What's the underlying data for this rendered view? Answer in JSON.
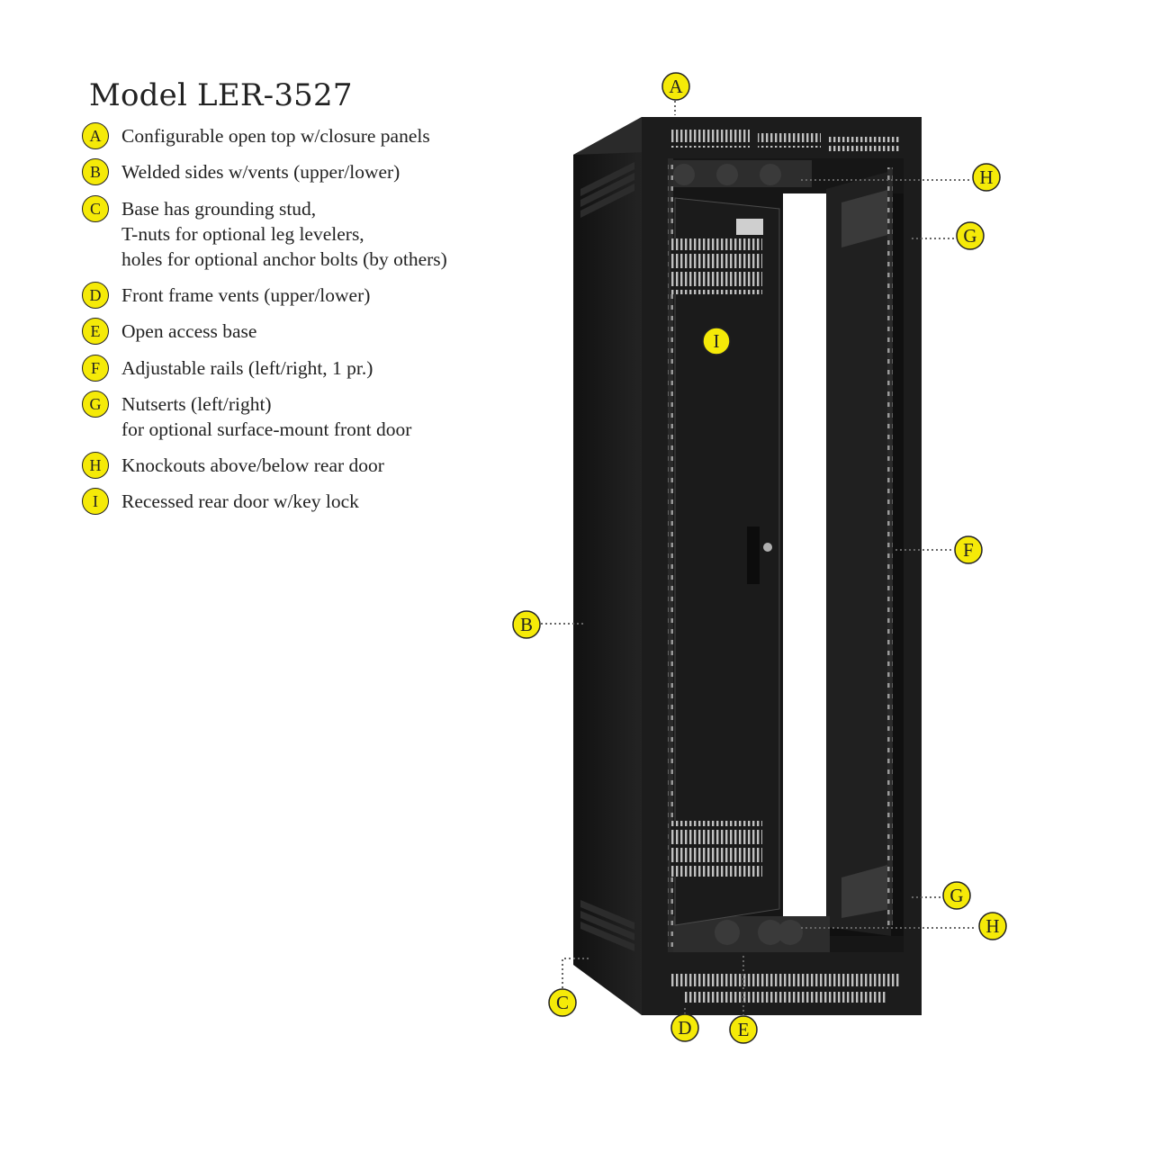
{
  "title": "Model LER-3527",
  "legend": [
    {
      "letter": "A",
      "lines": [
        "Configurable open top w/closure panels"
      ]
    },
    {
      "letter": "B",
      "lines": [
        "Welded sides w/vents (upper/lower)"
      ]
    },
    {
      "letter": "C",
      "lines": [
        "Base has grounding stud,",
        "T-nuts for optional leg levelers,",
        "holes for optional anchor bolts (by others)"
      ]
    },
    {
      "letter": "D",
      "lines": [
        "Front frame vents (upper/lower)"
      ]
    },
    {
      "letter": "E",
      "lines": [
        "Open access base"
      ]
    },
    {
      "letter": "F",
      "lines": [
        "Adjustable rails (left/right, 1 pr.)"
      ]
    },
    {
      "letter": "G",
      "lines": [
        "Nutserts (left/right)",
        "for optional surface-mount front door"
      ]
    },
    {
      "letter": "H",
      "lines": [
        "Knockouts above/below rear door"
      ]
    },
    {
      "letter": "I",
      "lines": [
        "Recessed rear door w/key lock"
      ]
    }
  ],
  "callouts": [
    "A",
    "H",
    "G",
    "I",
    "F",
    "B",
    "G",
    "H",
    "C",
    "D",
    "E"
  ],
  "colors": {
    "badge": "#f5ea08",
    "rack": "#1c1c1c",
    "text": "#222222"
  }
}
